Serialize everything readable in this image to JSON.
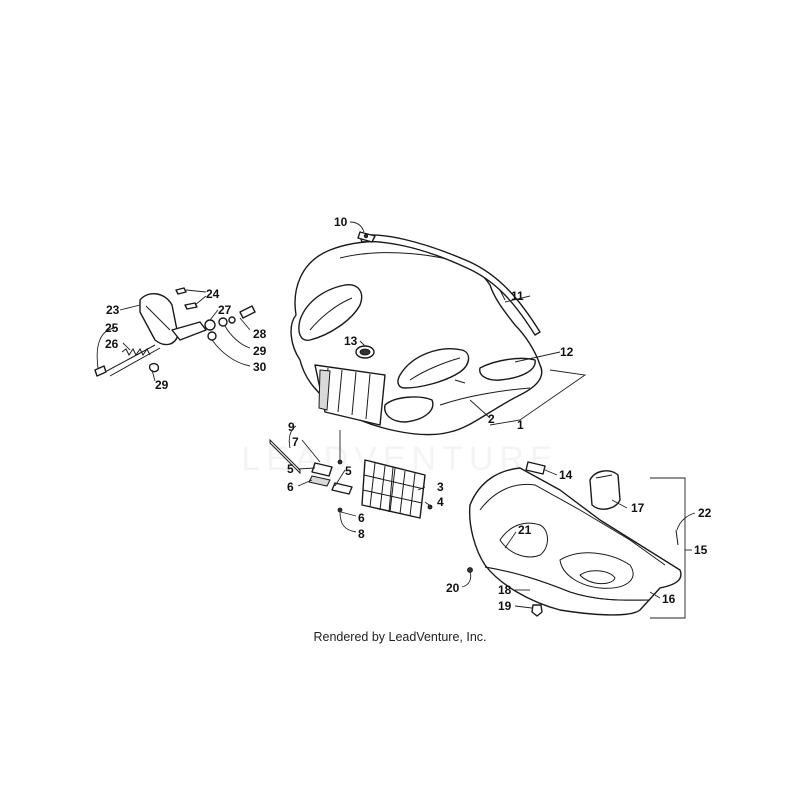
{
  "watermark": "LEADVENTURE",
  "credit": "Rendered by LeadVenture, Inc.",
  "callouts": {
    "c1": "1",
    "c2": "2",
    "c3": "3",
    "c4": "4",
    "c5a": "5",
    "c5b": "5",
    "c6a": "6",
    "c6b": "6",
    "c7": "7",
    "c8": "8",
    "c9": "9",
    "c10": "10",
    "c11": "11",
    "c12": "12",
    "c13": "13",
    "c14": "14",
    "c15": "15",
    "c16": "16",
    "c17": "17",
    "c18": "18",
    "c19": "19",
    "c20": "20",
    "c21": "21",
    "c22": "22",
    "c23": "23",
    "c24": "24",
    "c25": "25",
    "c26": "26",
    "c27": "27",
    "c28": "28",
    "c29a": "29",
    "c29b": "29",
    "c30": "30"
  }
}
